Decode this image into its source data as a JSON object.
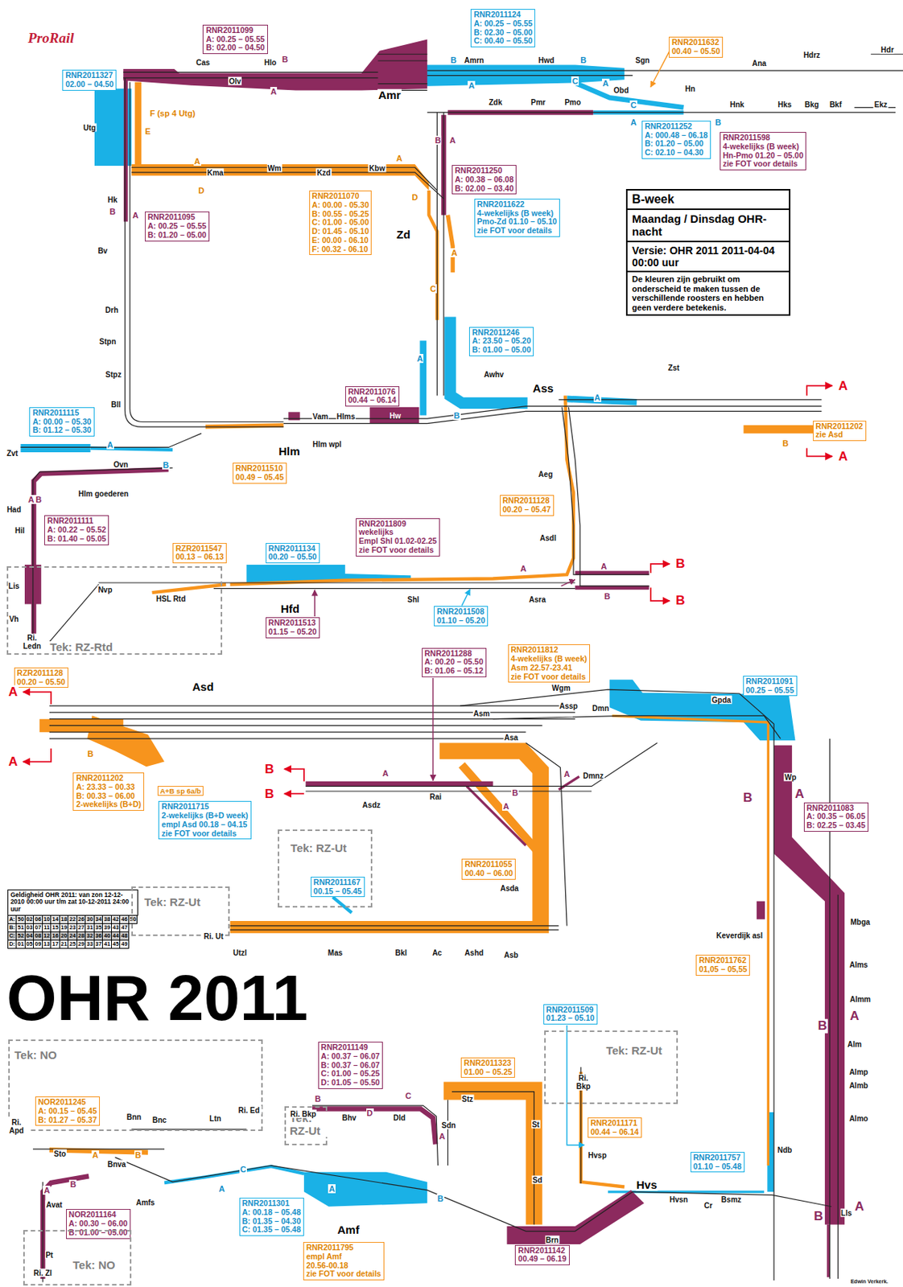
{
  "diagram": {
    "title": "OHR 2011",
    "nodes": [
      {
        "text": [
          "RNR2011124",
          "A: 00.25 – 05.55",
          "B: 02.30 – 05.00",
          "C: 00.40 – 05.50"
        ]
      },
      {
        "text": [
          "RNR2011099",
          "A: 00.25 – 05.55",
          "B: 02.00 – 04.50"
        ]
      },
      {
        "text": [
          "RNR2011632",
          "00.40 – 05.50"
        ]
      },
      {
        "text": [
          "RNR2011327",
          "02.00 – 04.50"
        ]
      },
      {
        "text": [
          "RNR2011252",
          "A: 000.48 – 06.18",
          "B: 01.20 – 05.00",
          "C: 02.10 – 04.30"
        ]
      },
      {
        "text": [
          "RNR2011598",
          "4-wekelijks (B week)",
          "Hn-Pmo 01.20 – 05.00",
          "zie FOT voor details"
        ]
      },
      {
        "text": [
          "RNR2011250",
          "A: 00.38 – 06.08",
          "B: 02.00 – 03.40"
        ]
      },
      {
        "text": [
          "B-week",
          "Maandag / Dinsdag OHR-nacht",
          "Versie: OHR 2011 2011-04-04 00:00 uur",
          "De kleuren zijn gebruikt om onderscheid te maken tussen de verschillende roosters en hebben geen verdere betekenis."
        ]
      },
      {
        "text": [
          "RNR2011070",
          "A: 00.00 - 05.30",
          "B: 00.55 - 05.25",
          "C: 01.00 - 05.00",
          "D: 01.45 - 05.10",
          "E: 00.00 - 06.10",
          "F: 00.32 - 06.10"
        ]
      },
      {
        "text": [
          "RNR2011622",
          "4-wekelijks (B week)",
          "Pmo-Zd 01.10 – 05.10",
          "zie FOT voor details"
        ]
      },
      {
        "text": [
          "RNR2011095",
          "A: 00.25 – 05.55",
          "B: 01.20 – 05.00"
        ]
      },
      {
        "text": [
          "RNR2011246",
          "A: 23.50 – 05.20",
          "B: 01.00 – 05.00"
        ]
      },
      {
        "text": [
          "RNR2011076",
          "00.44 – 06.14"
        ]
      },
      {
        "text": [
          "RNR2011115",
          "A: 00.00 – 05.30",
          "B: 01.12 – 05.30"
        ]
      },
      {
        "text": [
          "RNR2011202",
          "zie Asd"
        ]
      },
      {
        "text": [
          "RNR2011510",
          "00.49 – 05.45"
        ]
      },
      {
        "text": [
          "RNR2011128",
          "00.20 – 05.47"
        ]
      },
      {
        "text": [
          "RNR2011111",
          "A: 00.22 – 05.52",
          "B: 01.40 – 05.05"
        ]
      },
      {
        "text": [
          "RNR2011809",
          "wekelijks",
          "Empl Shl 01.02-02.25",
          "zie FOT voor details"
        ]
      },
      {
        "text": [
          "RZR2011547",
          "00.13 – 06.13"
        ]
      },
      {
        "text": [
          "RNR2011134",
          "00.20 – 05.50"
        ]
      },
      {
        "text": [
          "Tek: RZ-Rtd"
        ]
      },
      {
        "text": [
          "RNR2011508",
          "01.10 – 05.20"
        ]
      },
      {
        "text": [
          "RNR2011513",
          "01.15 – 05.20"
        ]
      },
      {
        "text": [
          "RNR2011812",
          "4-wekelijks (B week)",
          "Asm 22.57-23.41",
          "zie FOT voor details"
        ]
      },
      {
        "text": [
          "RNR2011288",
          "A: 00.20 – 05.50",
          "B: 01.06 – 05.12"
        ]
      },
      {
        "text": [
          "RZR2011128",
          "00.20 – 05.50"
        ]
      },
      {
        "text": [
          "RNR2011091",
          "00.25 – 05.55"
        ]
      },
      {
        "text": [
          "RNR2011202",
          "A: 23.33 – 00.33",
          "B: 00.33 – 06.00",
          "2-wekelijks (B+D)"
        ]
      },
      {
        "text": [
          "A+B sp 6a/b"
        ]
      },
      {
        "text": [
          "RNR2011715",
          "2-wekelijks (B+D week)",
          "empl Asd 00.18 – 04.15",
          "zie FOT voor details"
        ]
      },
      {
        "text": [
          "RNR2011083",
          "A: 00.35 – 06.05",
          "B: 02.25 – 03.45"
        ]
      },
      {
        "text": [
          "Tek: RZ-Ut"
        ]
      },
      {
        "text": [
          "RNR2011055",
          "00.40 – 06.00"
        ]
      },
      {
        "text": [
          "RNR2011167",
          "00.15 – 05.45"
        ],
        "in": 32
      },
      {
        "text": [
          "Geldigheid OHR 2011: van zon 12-12-2010 00:00 uur t/m zat 10-12-2011 24:00 uur",
          "A:",
          "50",
          "02",
          "06",
          "10",
          "14",
          "18",
          "22",
          "26",
          "30",
          "34",
          "38",
          "42",
          "46",
          "50",
          "B:",
          "51",
          "03",
          "07",
          "11",
          "15",
          "19",
          "23",
          "27",
          "31",
          "35",
          "39",
          "43",
          "47",
          "C:",
          "52",
          "04",
          "08",
          "12",
          "16",
          "20",
          "24",
          "28",
          "32",
          "36",
          "40",
          "44",
          "48",
          "D:",
          "01",
          "05",
          "09",
          "13",
          "17",
          "21",
          "25",
          "29",
          "33",
          "37",
          "41",
          "45",
          "49"
        ]
      },
      {
        "text": [
          "Tek: RZ-Ut"
        ]
      },
      {
        "text": [
          "RNR2011762",
          "01,05 – 05,55"
        ]
      },
      {
        "text": [
          "RNR2011509",
          "01.23 – 05.10"
        ]
      },
      {
        "text": [
          "Tek: RZ-Ut"
        ]
      },
      {
        "text": [
          "Tek: NO"
        ]
      },
      {
        "text": [
          "RNR2011149",
          "A: 00.37 – 06.07",
          "B: 00.37 – 06.07",
          "C: 01.00 – 05.25",
          "D: 01.05 – 05.50"
        ]
      },
      {
        "text": [
          "RNR2011323",
          "01.00 – 05.25"
        ]
      },
      {
        "text": [
          "NOR2011245",
          "A: 00.15 – 05.45",
          "B: 01.27 – 05.37"
        ],
        "in": 40
      },
      {
        "text": [
          "Tek: RZ-Ut"
        ]
      },
      {
        "text": [
          "RNR2011171",
          "00.44 – 06.14"
        ]
      },
      {
        "text": [
          "RNR2011757",
          "01.10 – 05.48"
        ]
      },
      {
        "text": [
          "RNR2011301",
          "A: 00.18 – 05.48",
          "B: 01.35 – 04.30",
          "C: 01.35 – 05.48"
        ]
      },
      {
        "text": [
          "NOR2011164",
          "A: 00.30 – 06.00",
          "B: 01.00 – 05.00"
        ]
      },
      {
        "text": [
          "Tek: NO"
        ]
      },
      {
        "text": [
          "RNR2011795",
          "empl Amf",
          "20.56-00.18",
          "zie FOT voor details"
        ]
      },
      {
        "text": [
          "RNR2011142",
          "00.49 – 06.19"
        ]
      }
    ],
    "labels": [
      "ProRail",
      "Cas",
      "Hlo",
      "B",
      "Olv",
      "A",
      "Amr",
      "B",
      "Amrn",
      "A",
      "Hwd",
      "B",
      "C",
      "Sgn",
      "A",
      "Obd",
      "Ana",
      "Hdrz",
      "Hdr",
      "Hn",
      "Zdk",
      "Pmr",
      "Pmo",
      "C",
      "A",
      "B",
      "Hnk",
      "Hks",
      "Bkg",
      "Bkf",
      "Ekz",
      "F (sp 4 Utg)",
      "Utg",
      "E",
      "B",
      "A",
      "A",
      "A",
      "Kma",
      "Wm",
      "Kzd",
      "Kbw",
      "D",
      "D",
      "Hk",
      "B",
      "A",
      "Zd",
      "A",
      "Bv",
      "C",
      "Drh",
      "Stpn",
      "A",
      "Stpz",
      "Awhv",
      "Zst",
      "A",
      "Ass",
      "A",
      "Bll",
      "Vam",
      "Hlms",
      "Hw",
      "B",
      "Hlm wpl",
      "A",
      "B",
      "Hlm",
      "Zvt",
      "A",
      "Ovn",
      "B",
      "Aeg",
      "Hlm goederen",
      "A",
      "B",
      "Had",
      "Hil",
      "Asdl",
      "A",
      "A",
      "B",
      "Lis",
      "Nvp",
      "HSL Rtd",
      "B",
      "Shl",
      "Asra",
      "B",
      "Hfd",
      "Vh",
      "Ri. Ledn",
      "Asd",
      "Wgm",
      "A",
      "Gpda",
      "Assp",
      "Dmn",
      "Asm",
      "Asa",
      "B",
      "A",
      "B",
      "A",
      "A",
      "Dmnz",
      "Wp",
      "B",
      "B",
      "A",
      "B",
      "Rai",
      "Asdz",
      "A",
      "Asda",
      "Mbga",
      "Keverdijk asl",
      "Ri. Ut",
      "Utzl",
      "Mas",
      "Bkl",
      "Ac",
      "Ashd",
      "Asb",
      "Alms",
      "Almm",
      "A",
      "B",
      "Alm",
      "Almp",
      "Almb",
      "B",
      "C",
      "Stz",
      "Ri. Bkp",
      "Ri. Ed",
      "D",
      "Ri. Bkp",
      "Bnn",
      "Bhv",
      "Dld",
      "Almo",
      "Ltn",
      "Bnc",
      "St",
      "Sdn",
      "Ri. Apd",
      "A",
      "Ndb",
      "Sto",
      "Hvsp",
      "A",
      "B",
      "Bnva",
      "C",
      "Sd",
      "B",
      "Hvs",
      "A",
      "A",
      "A",
      "B",
      "Hvsn",
      "Bsmz",
      "Amfs",
      "Avat",
      "Cr",
      "A",
      "Lls",
      "B",
      "Amf",
      "Brn",
      "Pt",
      "Ri. Zl",
      "Edwin Verkerk."
    ]
  }
}
